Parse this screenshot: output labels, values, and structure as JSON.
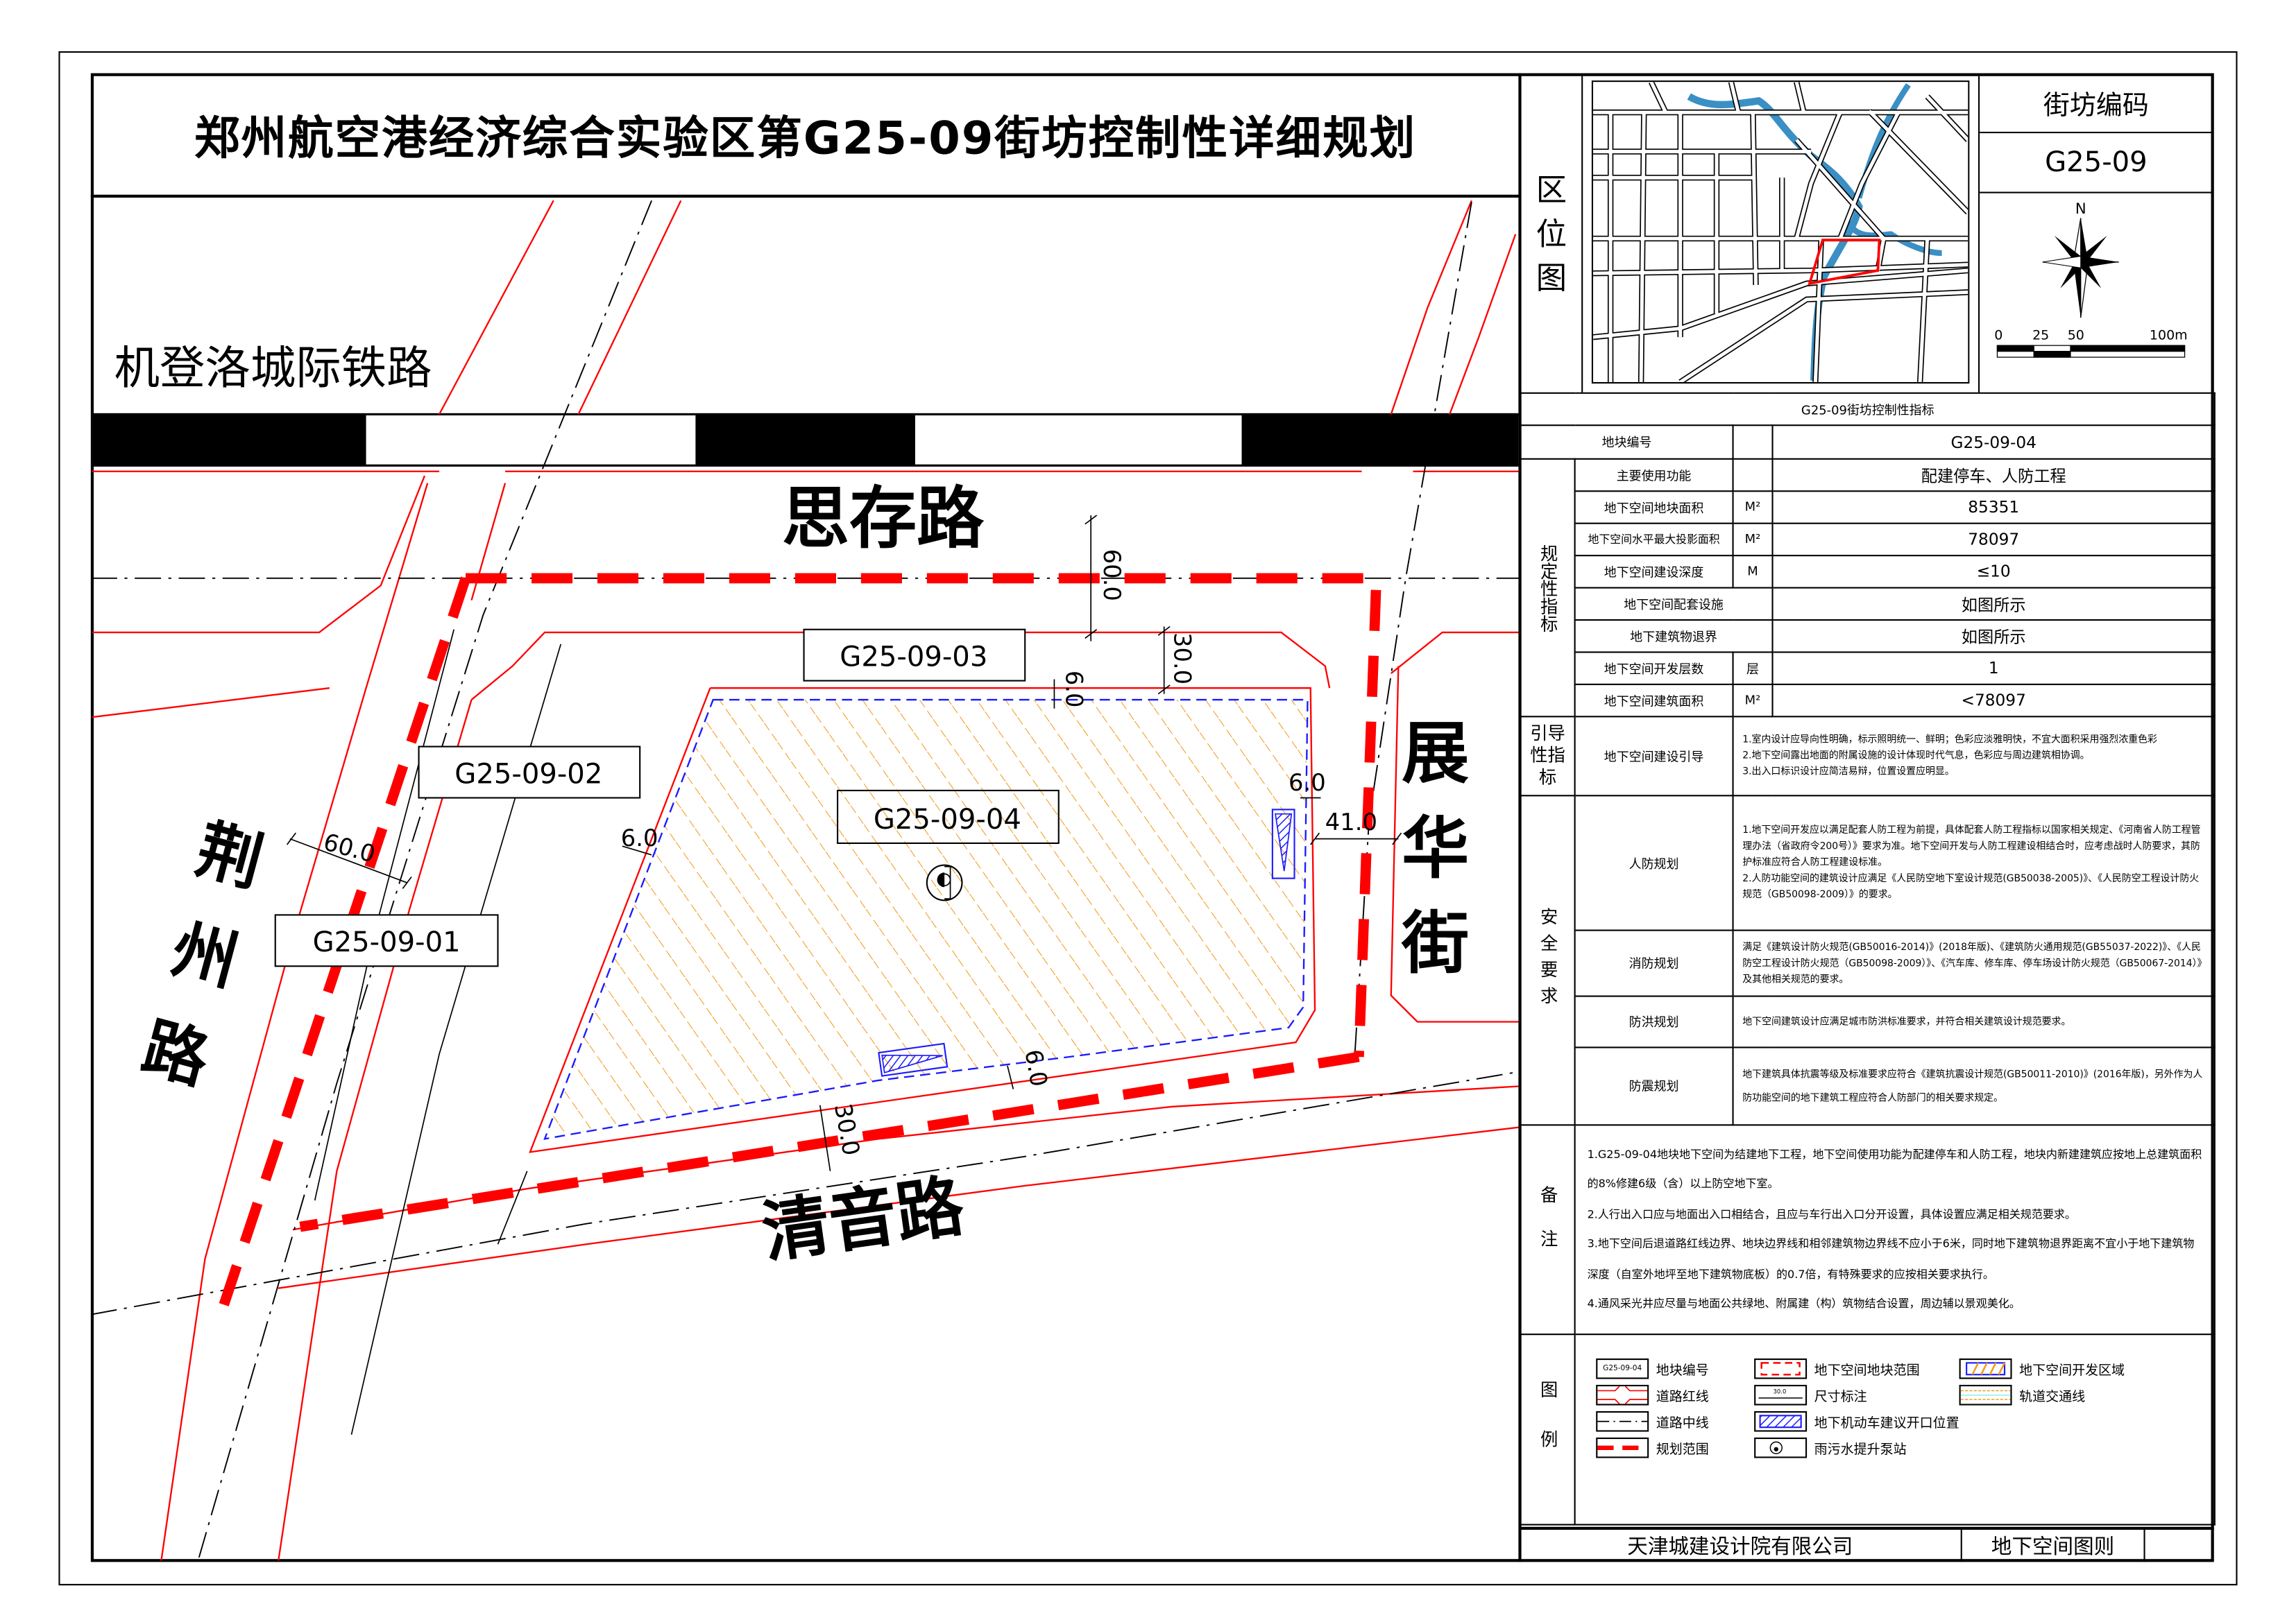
{
  "title": "郑州航空港经济综合实验区第G25-09街坊控制性详细规划",
  "map": {
    "railway": "机登洛城际铁路",
    "roads": {
      "north": "思存路",
      "east": "展华街",
      "south": "清音路",
      "west": [
        "荆",
        "州",
        "路"
      ],
      "east_chars": [
        "展",
        "华",
        "街"
      ]
    },
    "parcels": [
      "G25-09-01",
      "G25-09-02",
      "G25-09-03",
      "G25-09-04"
    ],
    "dimensions": {
      "sicun_width": "60.0",
      "north_setback_road": "30.0",
      "north_setback": "6.0",
      "west_setback": "6.0",
      "east_setback": "6.0",
      "east_road": "41.0",
      "south_setback": "6.0",
      "south_setback_road": "30.0",
      "jingzhou_width": "60.0"
    },
    "colors": {
      "red_line": "#ff0000",
      "hatch": "#f39a1f",
      "opening": "#1a1aff"
    }
  },
  "location": {
    "label_chars": [
      "区",
      "位",
      "图"
    ],
    "code_header": "街坊编码",
    "code": "G25-09",
    "north": "N",
    "scale": [
      "0",
      "25",
      "50",
      "100m"
    ],
    "river_color": "#3a8fc4"
  },
  "spec": {
    "title": "G25-09街坊控制性指标",
    "parcel_label": "地块编号",
    "parcel_value": "G25-09-04",
    "mandatory_label": "规定性指标",
    "rows": [
      {
        "label": "主要使用功能",
        "unit": "",
        "value": "配建停车、人防工程"
      },
      {
        "label": "地下空间地块面积",
        "unit": "M²",
        "value": "85351"
      },
      {
        "label": "地下空间水平最大投影面积",
        "unit": "M²",
        "value": "78097"
      },
      {
        "label": "地下空间建设深度",
        "unit": "M",
        "value": "≤10"
      },
      {
        "label": "地下空间配套设施",
        "unit": "",
        "value": "如图所示"
      },
      {
        "label": "地下建筑物退界",
        "unit": "",
        "value": "如图所示"
      },
      {
        "label": "地下空间开发层数",
        "unit": "层",
        "value": "1"
      },
      {
        "label": "地下空间建筑面积",
        "unit": "M²",
        "value": "<78097"
      }
    ],
    "guide_label": "引导性指标",
    "guide_item": "地下空间建设引导",
    "guide_text": "1.室内设计应导向性明确，标示照明统一、鲜明；色彩应淡雅明快，不宜大面积采用强烈浓重色彩\n2.地下空间露出地面的附属设施的设计体现时代气息，色彩应与周边建筑相协调。\n3.出入口标识设计应简洁易辩，位置设置应明显。",
    "safety_label": "安全要求",
    "safety": [
      {
        "label": "人防规划",
        "text": "1.地下空间开发应以满足配套人防工程为前提，具体配套人防工程指标以国家相关规定、《河南省人防工程管理办法（省政府令200号）》要求为准。地下空间开发与人防工程建设相结合时，应考虑战时人防要求，其防护标准应符合人防工程建设标准。\n2.人防功能空间的建筑设计应满足《人民防空地下室设计规范(GB50038-2005)》、《人民防空工程设计防火规范（GB50098-2009）》的要求。"
      },
      {
        "label": "消防规划",
        "text": "满足《建筑设计防火规范(GB50016-2014)》(2018年版)、《建筑防火通用规范(GB55037-2022)》、《人民防空工程设计防火规范（GB50098-2009）》、《汽车库、修车库、停车场设计防火规范（GB50067-2014）》及其他相关规范的要求。"
      },
      {
        "label": "防洪规划",
        "text": "地下空间建筑设计应满足城市防洪标准要求，并符合相关建筑设计规范要求。"
      },
      {
        "label": "防震规划",
        "text": "地下建筑具体抗震等级及标准要求应符合《建筑抗震设计规范(GB50011-2010)》(2016年版)，另外作为人防功能空间的地下建筑工程应符合人防部门的相关要求规定。"
      }
    ],
    "notes_label": "备注",
    "notes": [
      "1.G25-09-04地块地下空间为结建地下工程，地下空间使用功能为配建停车和人防工程，地块内新建建筑应按地上总建筑面积的8%修建6级（含）以上防空地下室。",
      "2.人行出入口应与地面出入口相结合，且应与车行出入口分开设置，具体设置应满足相关规范要求。",
      "3.地下空间后退道路红线边界、地块边界线和相邻建筑物边界线不应小于6米，同时地下建筑物退界距离不宜小于地下建筑物深度（自室外地坪至地下建筑物底板）的0.7倍，有特殊要求的应按相关要求执行。",
      "4.通风采光井应尽量与地面公共绿地、附属建（构）筑物结合设置，周边辅以景观美化。"
    ],
    "legend_label": "图例",
    "legend": {
      "parcel_code": "地块编号",
      "parcel_code_sample": "G25-09-04",
      "road_red_line": "道路红线",
      "road_center_line": "道路中线",
      "planning_scope": "规划范围",
      "underground_parcel": "地下空间地块范围",
      "dimension": "尺寸标注",
      "dimension_sample": "30.0",
      "vehicle_opening": "地下机动车建议开口位置",
      "pump_station": "雨污水提升泵站",
      "development_area": "地下空间开发区域",
      "rail_line": "轨道交通线"
    }
  },
  "footer": {
    "company": "天津城建设计院有限公司",
    "drawing": "地下空间图则",
    "blank": ""
  }
}
